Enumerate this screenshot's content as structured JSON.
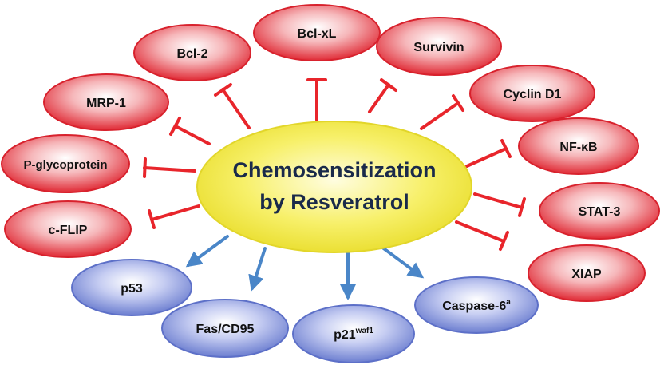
{
  "center": {
    "line1": "Chemosensitization",
    "line2": "by Resveratrol"
  },
  "inhibited": [
    {
      "label": "Bcl-2"
    },
    {
      "label": "Bcl-xL"
    },
    {
      "label": "Survivin"
    },
    {
      "label": "Cyclin D1"
    },
    {
      "label": "MRP-1"
    },
    {
      "label": "NF-κB"
    },
    {
      "label": "P-glycoprotein"
    },
    {
      "label": "STAT-3"
    },
    {
      "label": "c-FLIP"
    },
    {
      "label": "XIAP"
    }
  ],
  "activated": [
    {
      "label": "p53"
    },
    {
      "label": "Fas/CD95"
    },
    {
      "label": "p21",
      "sup": "waf1"
    },
    {
      "label": "Caspase-6",
      "sup": "a"
    }
  ],
  "colors": {
    "inhibit_line": "#e8252b",
    "activate_arrow": "#4a86c8",
    "center_fill": "#f2ea3a",
    "red_node": "#e8303a",
    "blue_node": "#7f8fd8"
  }
}
